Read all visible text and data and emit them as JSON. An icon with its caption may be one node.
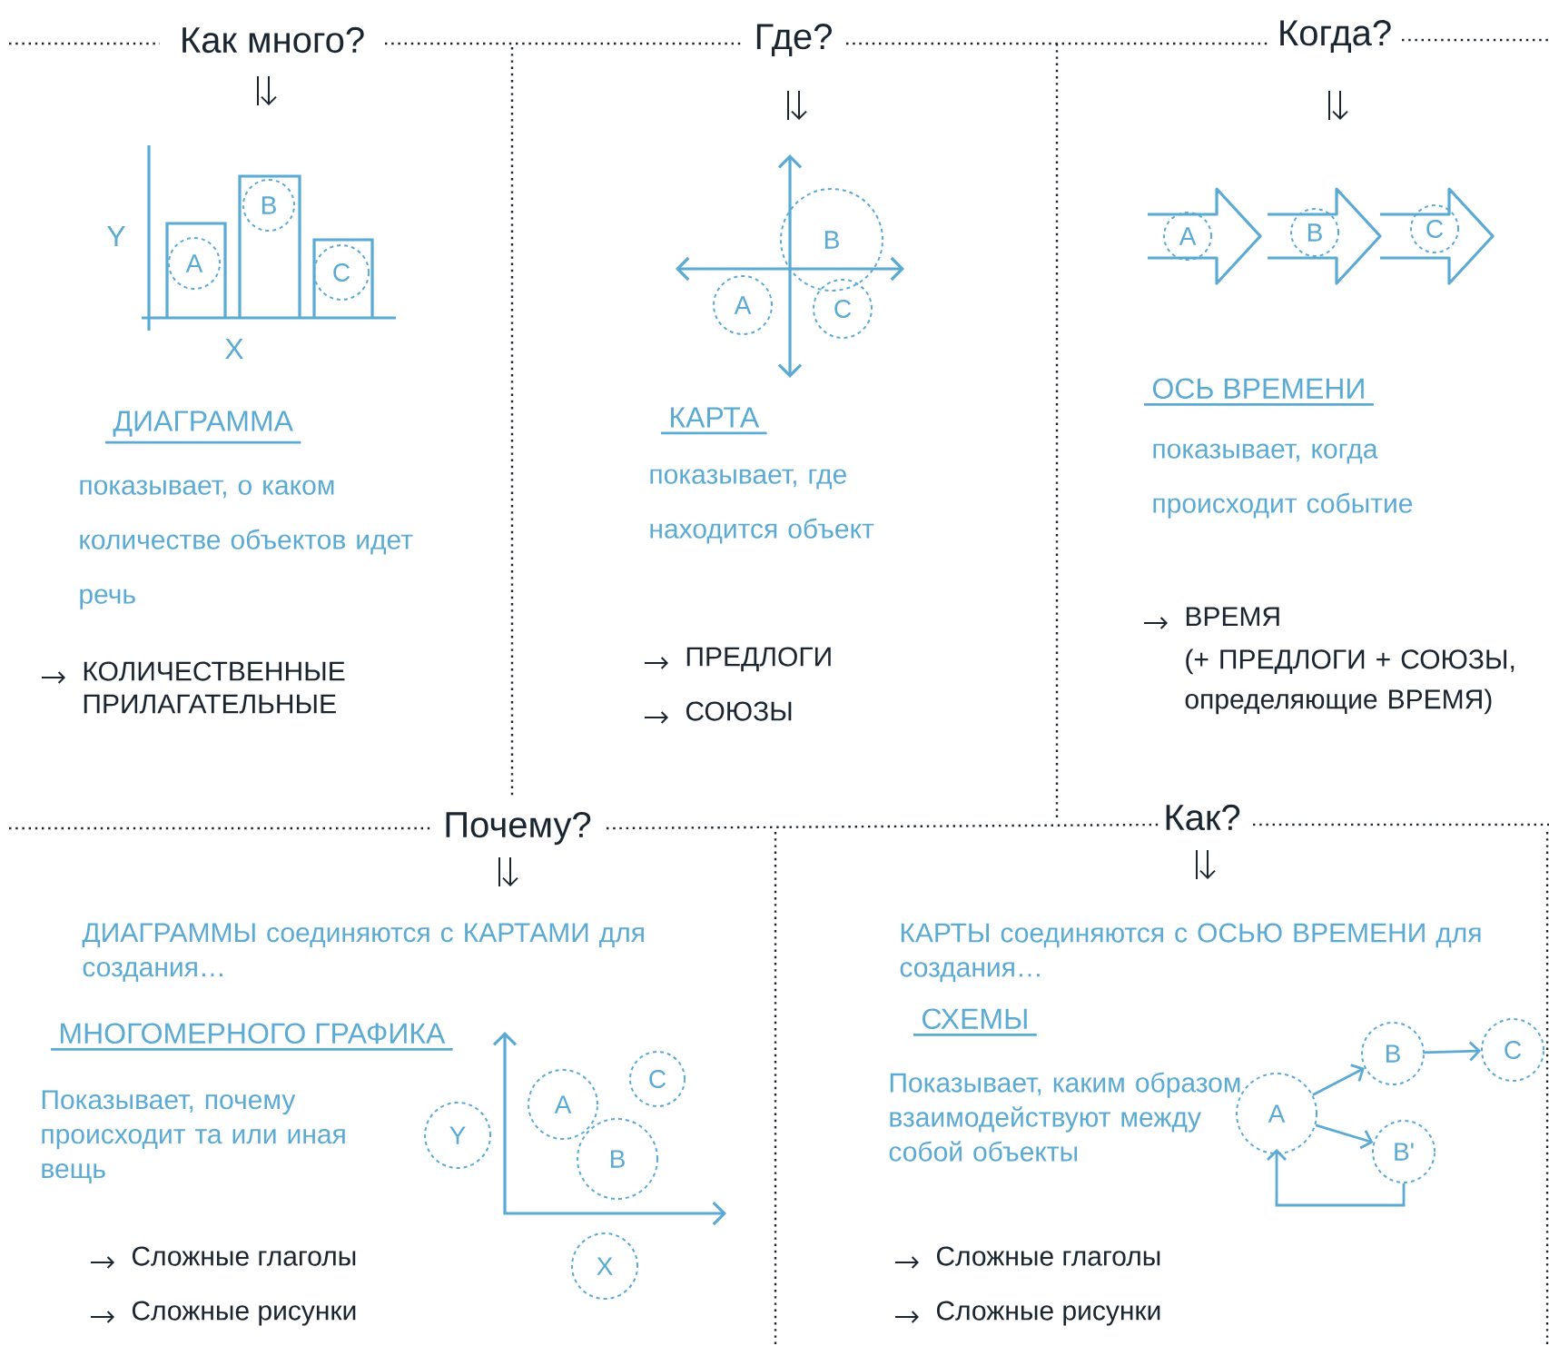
{
  "diagram": {
    "nodes": [
      {
        "text": [
          "A"
        ]
      },
      {
        "text": [
          "B"
        ]
      },
      {
        "text": [
          "C"
        ]
      },
      {
        "text": [
          "A"
        ]
      },
      {
        "text": [
          "B"
        ]
      },
      {
        "text": [
          "C"
        ]
      },
      {
        "text": [
          "A"
        ]
      },
      {
        "text": [
          "B"
        ]
      },
      {
        "text": [
          "C"
        ]
      },
      {
        "text": [
          "Y"
        ]
      },
      {
        "text": [
          "A"
        ]
      },
      {
        "text": [
          "B"
        ]
      },
      {
        "text": [
          "C"
        ]
      },
      {
        "text": [
          "X"
        ]
      },
      {
        "text": [
          "A"
        ]
      },
      {
        "text": [
          "B"
        ]
      },
      {
        "text": [
          "C"
        ]
      },
      {
        "text": [
          "B'"
        ]
      }
    ],
    "edges": [
      {
        "from": 14,
        "to": 15,
        "arrow": "to"
      },
      {
        "from": 15,
        "to": 16,
        "arrow": "to"
      },
      {
        "from": 14,
        "to": 17,
        "arrow": "to"
      },
      {
        "from": 17,
        "to": 14,
        "arrow": "to"
      }
    ],
    "labels": [
      "Как много?",
      "Где?",
      "Когда?",
      "Y",
      "X",
      "ДИАГРАММА",
      "показывает, о каком количестве объектов идет речь",
      "КОЛИЧЕСТВЕННЫЕ ПРИЛАГАТЕЛЬНЫЕ",
      "КАРТА",
      "показывает, где находится объект",
      "ПРЕДЛОГИ",
      "СОЮЗЫ",
      "ОСЬ ВРЕМЕНИ",
      "показывает, когда происходит событие",
      "ВРЕМЯ",
      "(+ ПРЕДЛОГИ + СОЮЗЫ, определяющие ВРЕМЯ)",
      "Почему?",
      "ДИАГРАММЫ соединяются с КАРТАМИ для создания…",
      "МНОГОМЕРНОГО ГРАФИКА",
      "Показывает, почему происходит та или иная вещь",
      "Сложные глаголы",
      "Сложные рисунки",
      "Как?",
      "КАРТЫ соединяются с ОСЬЮ ВРЕМЕНИ для создания…",
      "СХЕМЫ",
      "Показывает, каким образом взаимодействуют между собой объекты",
      "Сложные глаголы",
      "Сложные рисунки"
    ]
  }
}
